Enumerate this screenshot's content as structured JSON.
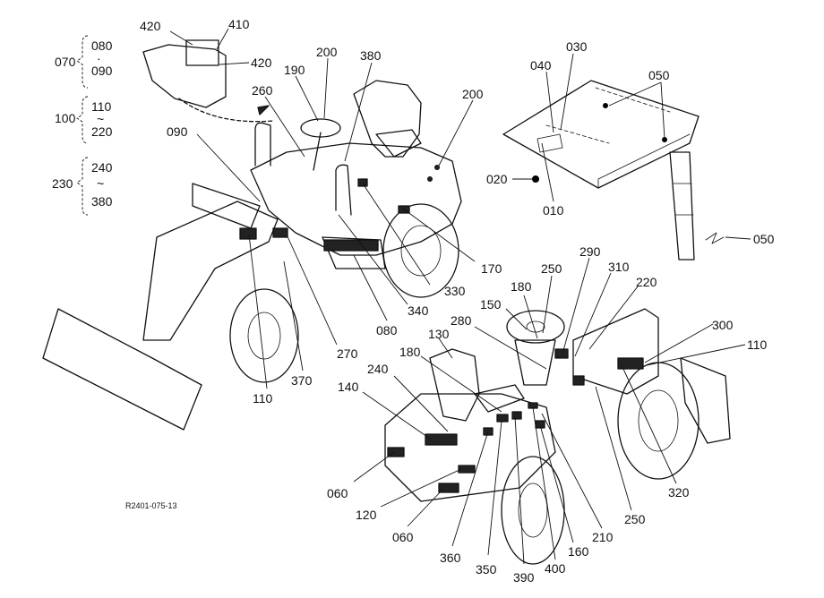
{
  "drawing_code": "R2401-075-13",
  "groups": [
    {
      "id": "070",
      "items": [
        "080",
        "090"
      ],
      "sep": "·"
    },
    {
      "id": "100",
      "items": [
        "110",
        "220"
      ],
      "sep": "~"
    },
    {
      "id": "230",
      "items": [
        "240",
        "380"
      ],
      "sep": "~"
    }
  ],
  "callouts": {
    "c420a": "420",
    "c410": "410",
    "c420b": "420",
    "c200a": "200",
    "c380a": "380",
    "c190": "190",
    "c260": "260",
    "c200b": "200",
    "c090": "090",
    "c030": "030",
    "c040": "040",
    "c050a": "050",
    "c020": "020",
    "c010": "010",
    "c050b": "050",
    "c170": "170",
    "c330": "330",
    "c340": "340",
    "c080": "080",
    "c270": "270",
    "c370": "370",
    "c110a": "110",
    "c290": "290",
    "c250a": "250",
    "c310": "310",
    "c220": "220",
    "c150": "150",
    "c180a": "180",
    "c280": "280",
    "c300": "300",
    "c110b": "110",
    "c130": "130",
    "c180b": "180",
    "c240": "240",
    "c140": "140",
    "c060a": "060",
    "c120": "120",
    "c060b": "060",
    "c360": "360",
    "c350": "350",
    "c390": "390",
    "c400": "400",
    "c160": "160",
    "c210": "210",
    "c250b": "250",
    "c320": "320"
  }
}
